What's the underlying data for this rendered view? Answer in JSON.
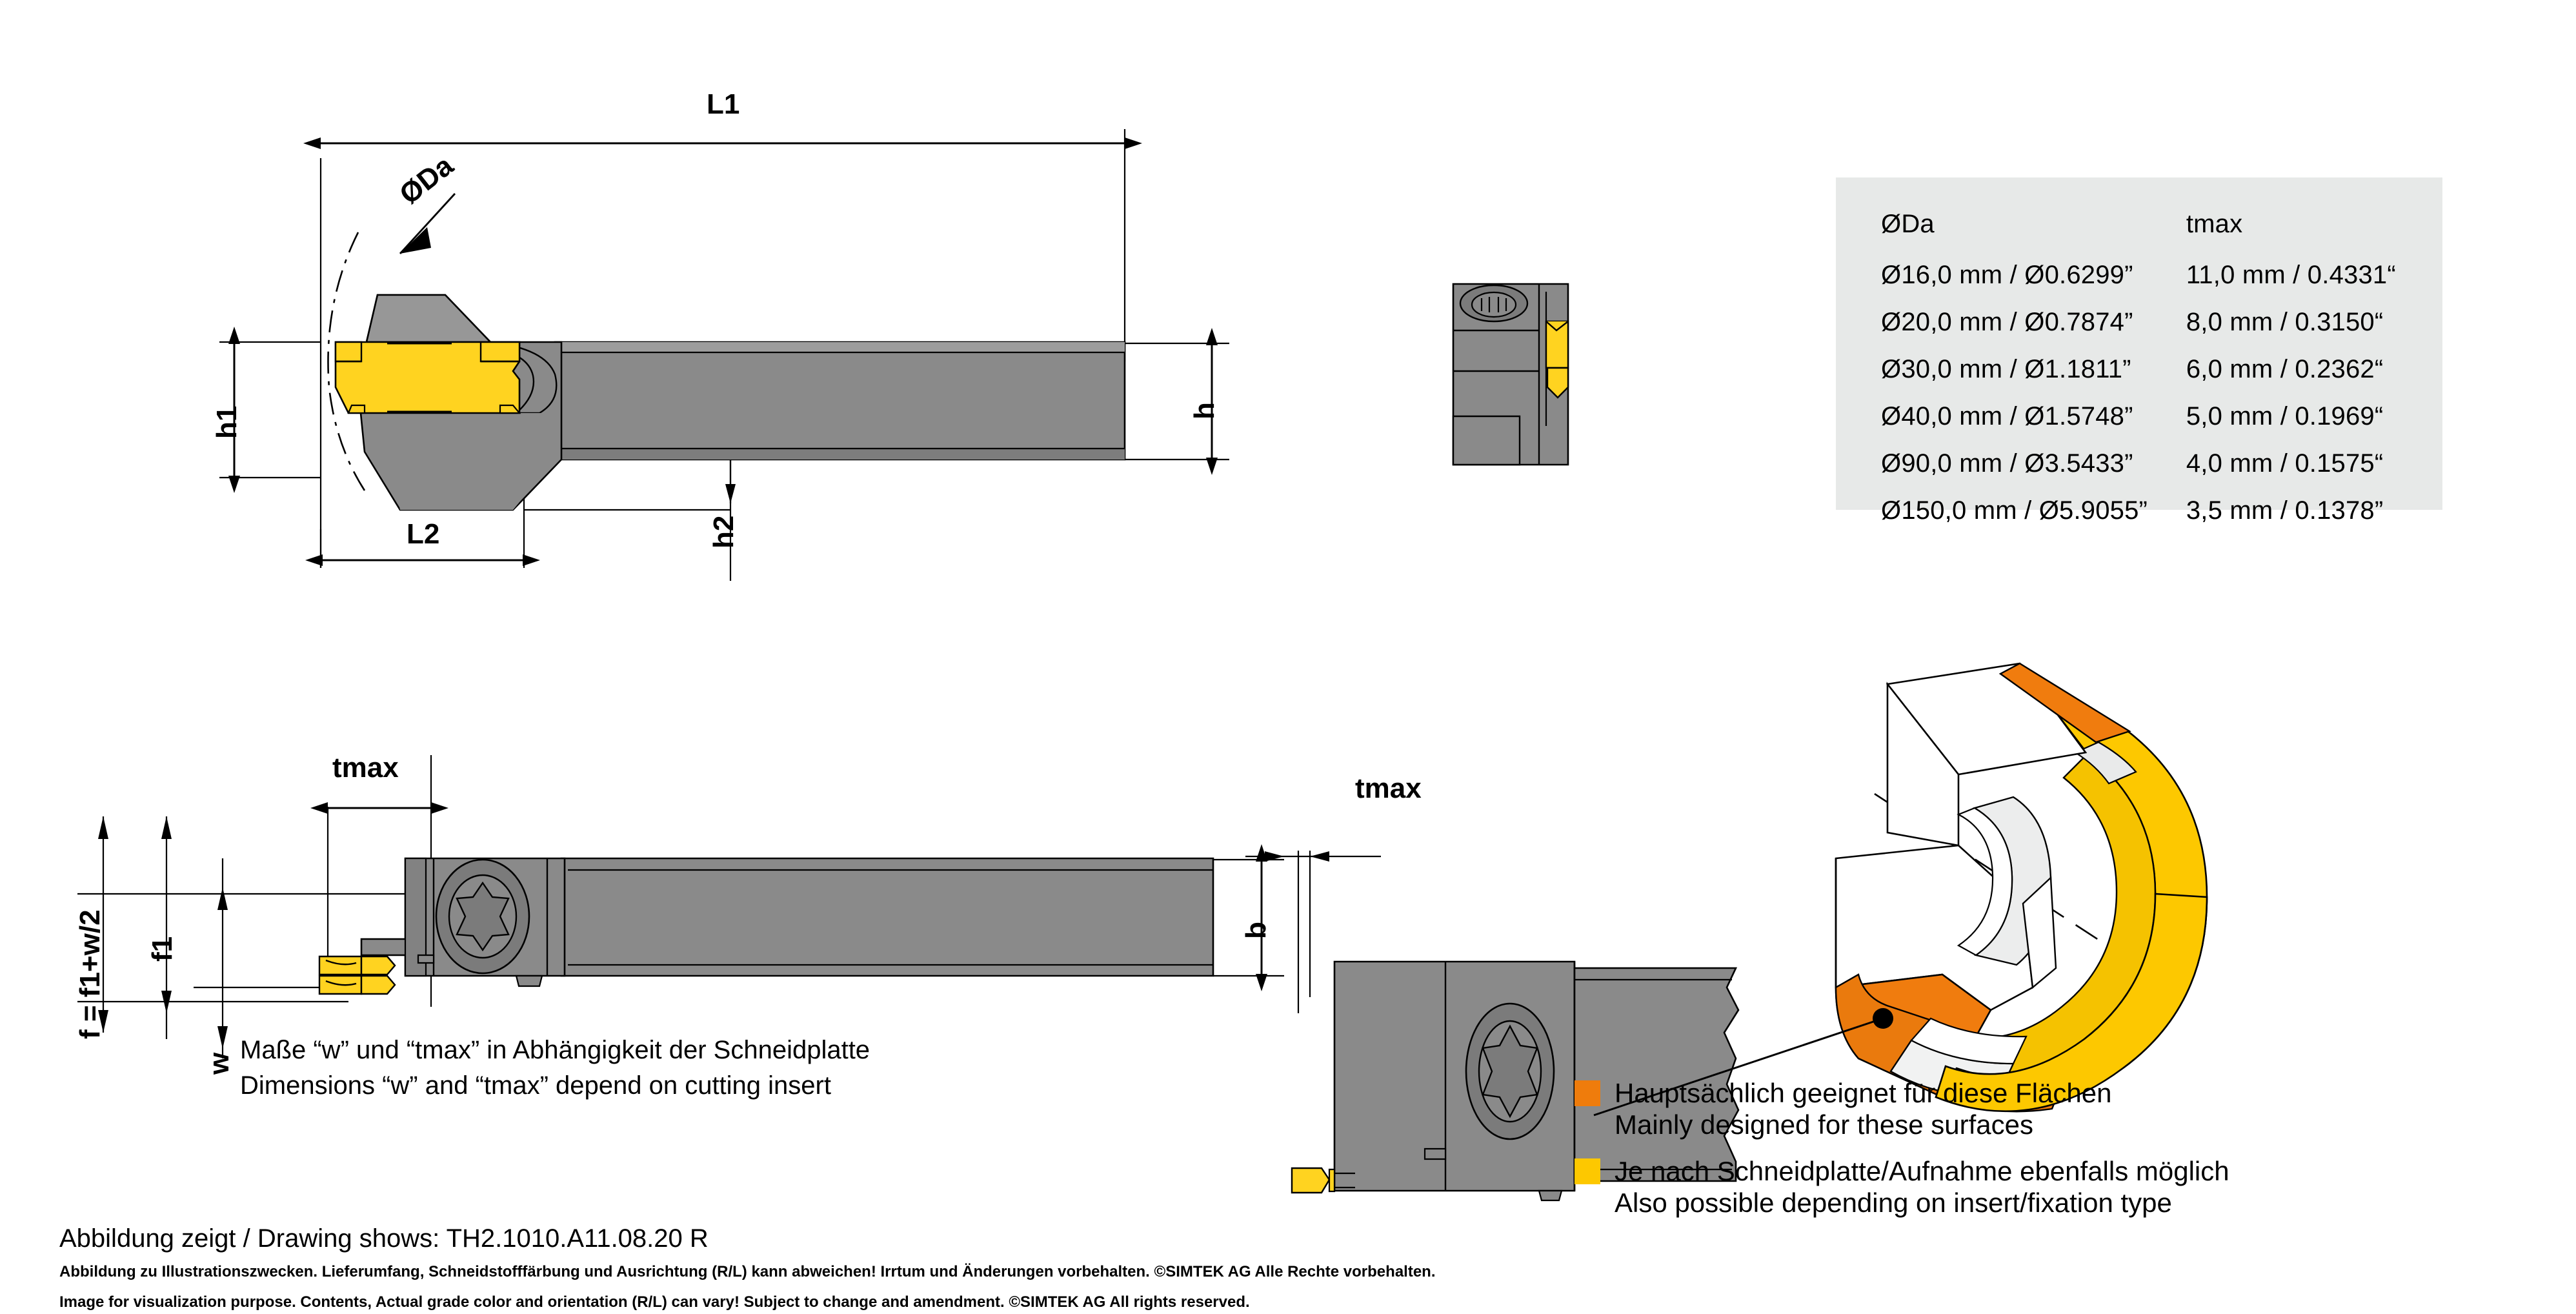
{
  "spec_table": {
    "headers": [
      "ØDa",
      "tmax"
    ],
    "rows": [
      {
        "da": "Ø16,0 mm / Ø0.6299”",
        "tmax": "11,0 mm / 0.4331“"
      },
      {
        "da": "Ø20,0 mm / Ø0.7874”",
        "tmax": "8,0 mm / 0.3150“"
      },
      {
        "da": "Ø30,0 mm / Ø1.1811”",
        "tmax": "6,0 mm / 0.2362“"
      },
      {
        "da": "Ø40,0 mm / Ø1.5748”",
        "tmax": "5,0 mm / 0.1969“"
      },
      {
        "da": "Ø90,0 mm / Ø3.5433”",
        "tmax": "4,0 mm / 0.1575“"
      },
      {
        "da": "Ø150,0 mm / Ø5.9055”",
        "tmax": "3,5 mm / 0.1378”"
      }
    ],
    "background_color": "#e7e9e8"
  },
  "dimensions": {
    "L1": "L1",
    "L2": "L2",
    "ODa": "ØDa",
    "h": "h",
    "h1": "h1",
    "h2": "h2",
    "b": "b",
    "f": "f = f1+w/2",
    "f1": "f1",
    "w": "w",
    "tmax_left": "tmax",
    "tmax_mid": "tmax"
  },
  "insert_note": {
    "de": "Maße “w” und “tmax” in Abhängigkeit der Schneidplatte",
    "en": "Dimensions “w” and “tmax” depend on cutting insert"
  },
  "legend": {
    "items": [
      {
        "color": "#ef7c0c",
        "color_name": "orange",
        "de": "Hauptsächlich geeignet für diese Flächen",
        "en": "Mainly designed for these surfaces"
      },
      {
        "color": "#fdc800",
        "color_name": "yellow",
        "de": "Je nach Schneidplatte/Aufnahme ebenfalls möglich",
        "en": "Also possible depending on insert/fixation type"
      }
    ]
  },
  "footer": {
    "title": "Abbildung zeigt / Drawing shows: TH2.1010.A11.08.20 R",
    "fine_de": "Abbildung zu Illustrationszwecken. Lieferumfang, Schneidstofffärbung und Ausrichtung (R/L) kann abweichen! Irrtum und Änderungen vorbehalten. ©SIMTEK AG Alle Rechte vorbehalten.",
    "fine_en": "Image for visualization purpose. Contents, Actual grade color and orientation (R/L) can vary! Subject to change and amendment. ©SIMTEK AG All rights reserved."
  },
  "colors": {
    "steel_body": "#8a8a8a",
    "steel_dark": "#6f6f6f",
    "steel_light": "#9d9d9d",
    "insert_yellow": "#ffd320",
    "orange": "#ef7c0c",
    "yellow": "#fdc800",
    "outline": "#000000",
    "white_surface": "#ffffff",
    "grey_surface": "#e4e4e4"
  }
}
